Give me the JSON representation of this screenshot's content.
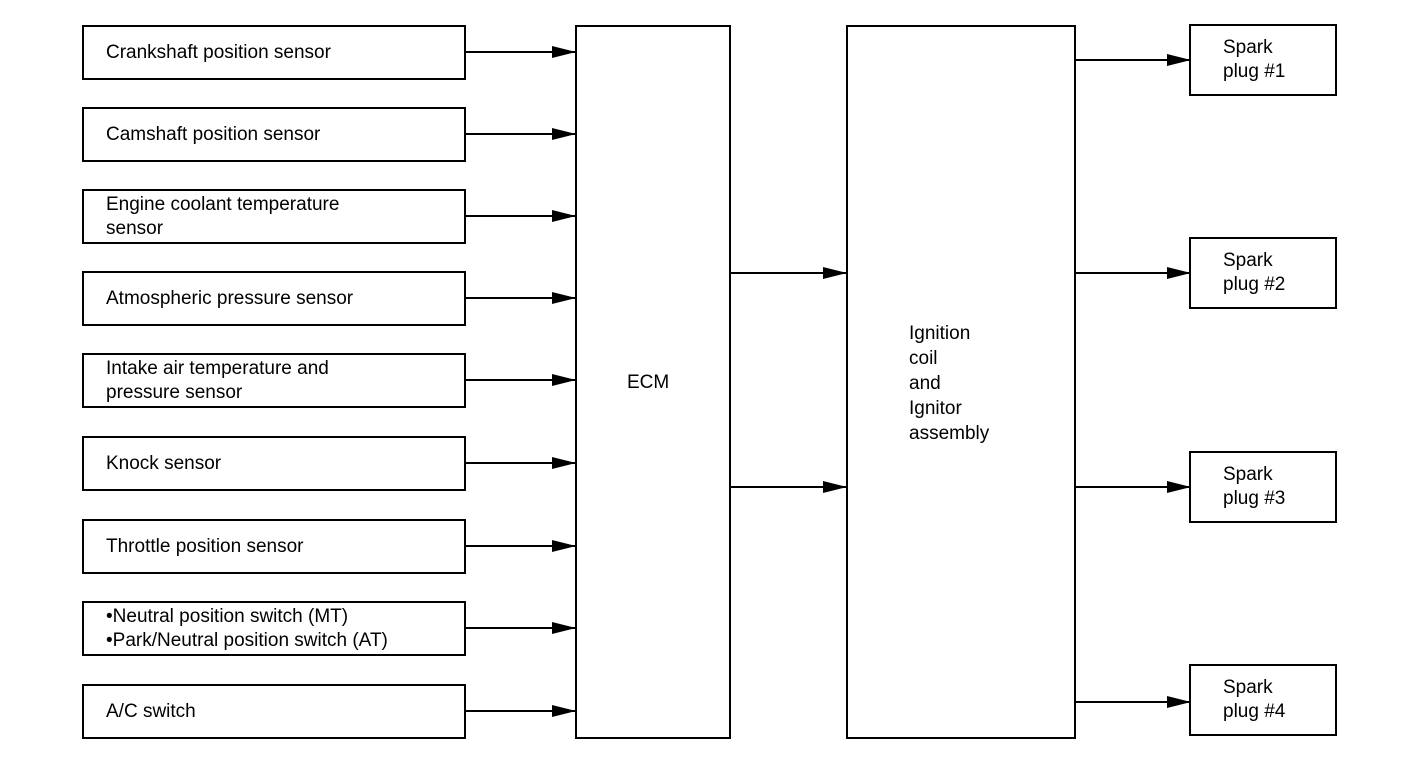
{
  "inputs": [
    {
      "label": "Crankshaft position sensor"
    },
    {
      "label": "Camshaft position sensor"
    },
    {
      "label": "Engine coolant temperature\nsensor"
    },
    {
      "label": "Atmospheric pressure sensor"
    },
    {
      "label": "Intake air temperature and\npressure sensor"
    },
    {
      "label": "Knock sensor"
    },
    {
      "label": "Throttle position sensor"
    },
    {
      "label": "•Neutral position switch (MT)\n•Park/Neutral position switch (AT)"
    },
    {
      "label": "A/C switch"
    }
  ],
  "ecm": {
    "label": "ECM"
  },
  "coil": {
    "label": "Ignition\ncoil\nand\nIgnitor\nassembly"
  },
  "outputs": [
    {
      "label": "Spark\nplug #1"
    },
    {
      "label": "Spark\nplug #2"
    },
    {
      "label": "Spark\nplug #3"
    },
    {
      "label": "Spark\nplug #4"
    }
  ]
}
